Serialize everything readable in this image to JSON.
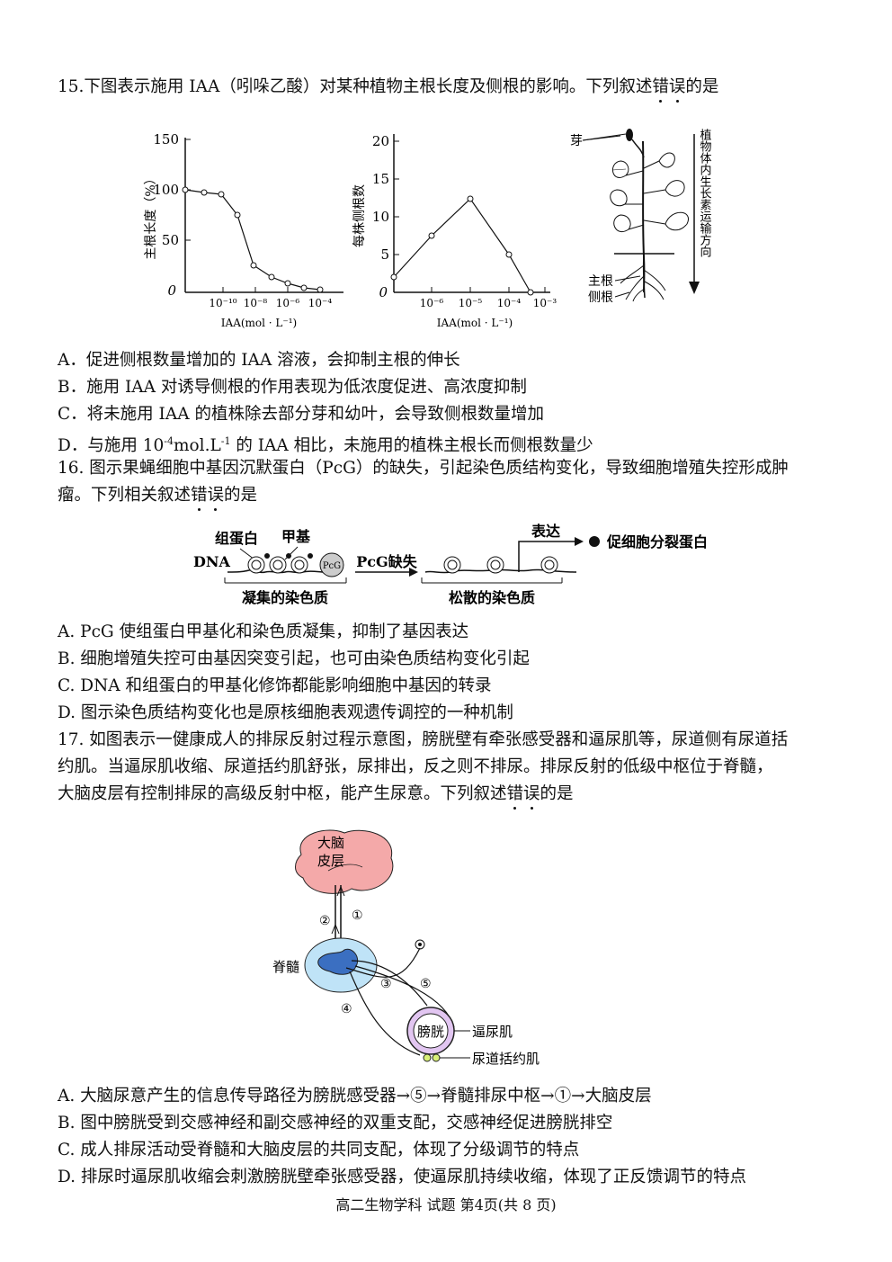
{
  "q15": {
    "stem_a": "15.下图表示施用 IAA（吲哚乙酸）对某种植物主根长度及侧根的影响。下列叙述",
    "stem_em1": "错",
    "stem_em2": "误",
    "stem_b": "的是",
    "chart1": {
      "ylabel": "主根长度（%）",
      "y_ticks": [
        "150",
        "100",
        "50",
        "0"
      ],
      "x_ticks": [
        "10⁻¹⁰",
        "10⁻⁸",
        "10⁻⁶",
        "10⁻⁴"
      ],
      "xlabel": "IAA(mol · L⁻¹)"
    },
    "chart2": {
      "ylabel": "每株侧根数",
      "y_ticks": [
        "20",
        "15",
        "10",
        "5",
        "0"
      ],
      "x_ticks": [
        "10⁻⁶",
        "10⁻⁵",
        "10⁻⁴",
        "10⁻³"
      ],
      "xlabel": "IAA(mol · L⁻¹)"
    },
    "plant": {
      "bud_label": "芽",
      "main_root_label": "主根",
      "lateral_root_label": "侧根",
      "direction_label": "植物体内生长素运输方向"
    },
    "options": [
      "A．促进侧根数量增加的 IAA 溶液，会抑制主根的伸长",
      "B．施用 IAA 对诱导侧根的作用表现为低浓度促进、高浓度抑制",
      "C．将未施用 IAA 的植株除去部分芽和幼叶，会导致侧根数量增加"
    ],
    "option_d_a": "D．与施用 10",
    "option_d_sup1": "-4",
    "option_d_b": "mol.L",
    "option_d_sup2": "-1",
    "option_d_c": " 的 IAA 相比，未施用的植株主根长而侧根数量少"
  },
  "q16": {
    "stem1": "16. 图示果蝇细胞中基因沉默蛋白（PcG）的缺失，引起染色质结构变化，导致细胞增殖失控形成肿",
    "stem2_a": "瘤。下列相关叙述",
    "stem2_em1": "错",
    "stem2_em2": "误",
    "stem2_b": "的是",
    "diagram": {
      "histone_label": "组蛋白",
      "methyl_label": "甲基",
      "dna_label": "DNA",
      "pcg_label": "PcG",
      "pcg_missing_label": "PcG缺失",
      "expression_label": "表达",
      "product_label": "促细胞分裂蛋白",
      "condensed_label": "凝集的染色质",
      "loose_label": "松散的染色质"
    },
    "options": [
      "A. PcG 使组蛋白甲基化和染色质凝集，抑制了基因表达",
      "B. 细胞增殖失控可由基因突变引起，也可由染色质结构变化引起",
      "C. DNA 和组蛋白的甲基化修饰都能影响细胞中基因的转录",
      "D. 图示染色质结构变化也是原核细胞表观遗传调控的一种机制"
    ]
  },
  "q17": {
    "stem1": "17. 如图表示一健康成人的排尿反射过程示意图，膀胱壁有牵张感受器和逼尿肌等，尿道侧有尿道括",
    "stem2": "约肌。当逼尿肌收缩、尿道括约肌舒张，尿排出，反之则不排尿。排尿反射的低级中枢位于脊髓，",
    "stem3_a": "大脑皮层有控制排尿的高级反射中枢，能产生尿意。下列叙述",
    "stem3_em1": "错",
    "stem3_em2": "误",
    "stem3_b": "的是",
    "diagram": {
      "cortex_label_1": "大脑",
      "cortex_label_2": "皮层",
      "spinal_label": "脊髓",
      "bladder_label": "膀胱",
      "detrusor_label": "逼尿肌",
      "sphincter_label": "尿道括约肌",
      "n1": "①",
      "n2": "②",
      "n3": "③",
      "n4": "④",
      "n5": "⑤"
    },
    "options": [
      "A. 大脑尿意产生的信息传导路径为膀胱感受器→⑤→脊髓排尿中枢→①→大脑皮层",
      "B. 图中膀胱受到交感神经和副交感神经的双重支配，交感神经促进膀胱排空",
      "C. 成人排尿活动受脊髓和大脑皮层的共同支配，体现了分级调节的特点",
      "D. 排尿时逼尿肌收缩会刺激膀胱壁牵张感受器，使逼尿肌持续收缩，体现了正反馈调节的特点"
    ]
  },
  "footer": "高二生物学科 试题 第4页(共 8 页)"
}
